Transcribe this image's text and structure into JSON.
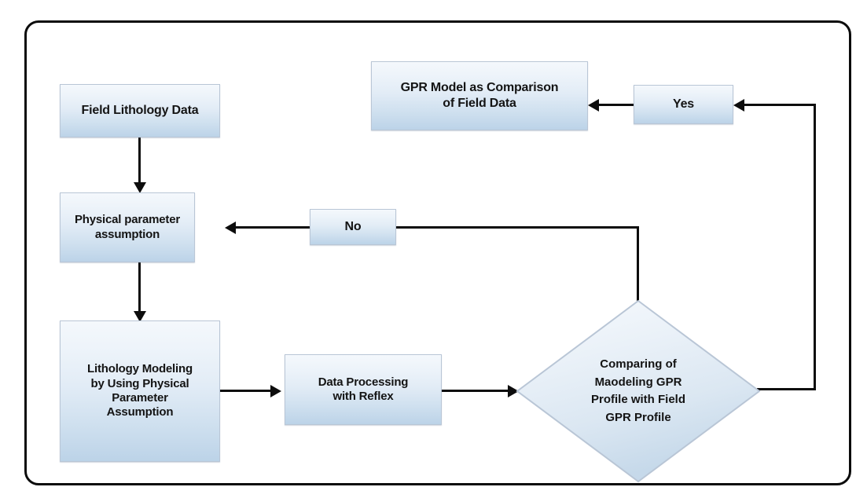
{
  "figure": {
    "type": "flowchart",
    "orientation": "left-to-right with feedback loops",
    "frame_border_color": "#0b0b0b",
    "node_fill_top": "#f4f8fc",
    "node_fill_bottom": "#bcd3e8",
    "node_border_color": "#b9c6d6",
    "connector_color": "#0d0d0d"
  },
  "nodes": {
    "field_lithology_data": {
      "id": "field-lithology-data",
      "shape": "process",
      "label": "Field Lithology  Data"
    },
    "physical_parameter_assumption": {
      "id": "physical-parameter-assumption",
      "shape": "process",
      "label": "Physical parameter\nassumption"
    },
    "lithology_modeling": {
      "id": "lithology-modeling",
      "shape": "process",
      "label": "Lithology Modeling\nby Using Physical\nParameter\nAssumption"
    },
    "data_processing": {
      "id": "data-processing-with-reflex",
      "shape": "process",
      "label": "Data Processing\nwith Reflex"
    },
    "comparing_decision": {
      "id": "comparing-decision",
      "shape": "decision",
      "label": "Comparing of\nMaodeling GPR\nProfile with  Field\nGPR Profile"
    },
    "no_branch": {
      "id": "no-branch",
      "shape": "process",
      "label": "No"
    },
    "yes_branch": {
      "id": "yes-branch",
      "shape": "process",
      "label": "Yes"
    },
    "gpr_model": {
      "id": "gpr-model-comparison",
      "shape": "process",
      "label": "GPR  Model as Comparison\nof Field Data"
    }
  },
  "edges": [
    {
      "from": "field_lithology_data",
      "to": "physical_parameter_assumption",
      "direction": "down",
      "label": ""
    },
    {
      "from": "physical_parameter_assumption",
      "to": "lithology_modeling",
      "direction": "down",
      "label": ""
    },
    {
      "from": "lithology_modeling",
      "to": "data_processing",
      "direction": "right",
      "label": ""
    },
    {
      "from": "data_processing",
      "to": "comparing_decision",
      "direction": "right",
      "label": ""
    },
    {
      "from": "comparing_decision",
      "to": "no_branch",
      "direction": "up-then-left",
      "label": "No"
    },
    {
      "from": "no_branch",
      "to": "physical_parameter_assumption",
      "direction": "left",
      "label": ""
    },
    {
      "from": "comparing_decision",
      "to": "yes_branch",
      "direction": "right-then-up-then-left",
      "label": "Yes"
    },
    {
      "from": "yes_branch",
      "to": "gpr_model",
      "direction": "left",
      "label": ""
    }
  ]
}
